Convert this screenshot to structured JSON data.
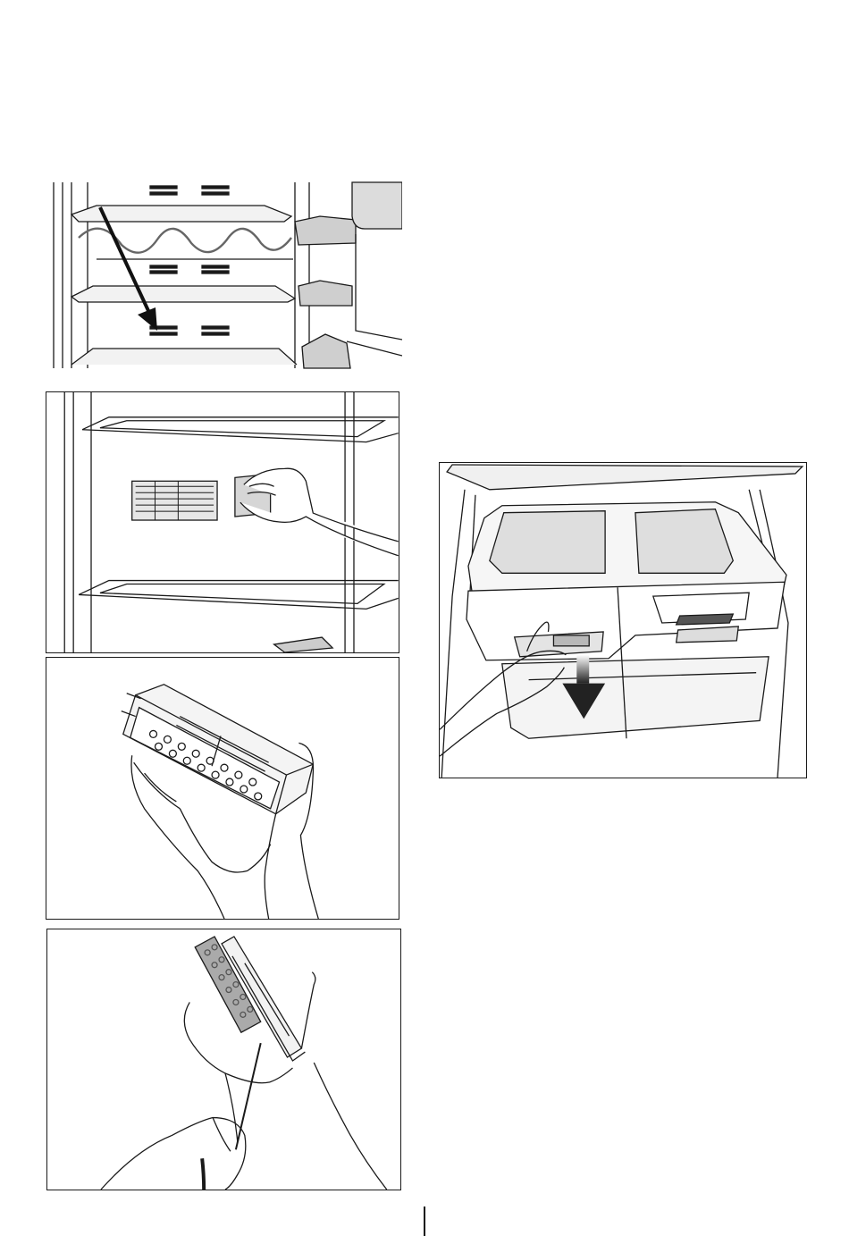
{
  "page": {
    "figures": [
      {
        "id": "fig-shelf-arrow",
        "icon": "shelf-move-arrow-illustration"
      },
      {
        "id": "fig-filter-removal",
        "icon": "hand-removing-filter-illustration"
      },
      {
        "id": "fig-filter-in-hands",
        "icon": "filter-cartridge-in-hands-illustration"
      },
      {
        "id": "fig-filter-opening",
        "icon": "filter-opening-screwdriver-illustration"
      },
      {
        "id": "fig-crisper-pull",
        "icon": "crisper-drawer-pull-illustration"
      }
    ],
    "colors": {
      "line": "#1a1a1a",
      "shade": "#c8c8c8",
      "arrow": "#222222"
    }
  }
}
